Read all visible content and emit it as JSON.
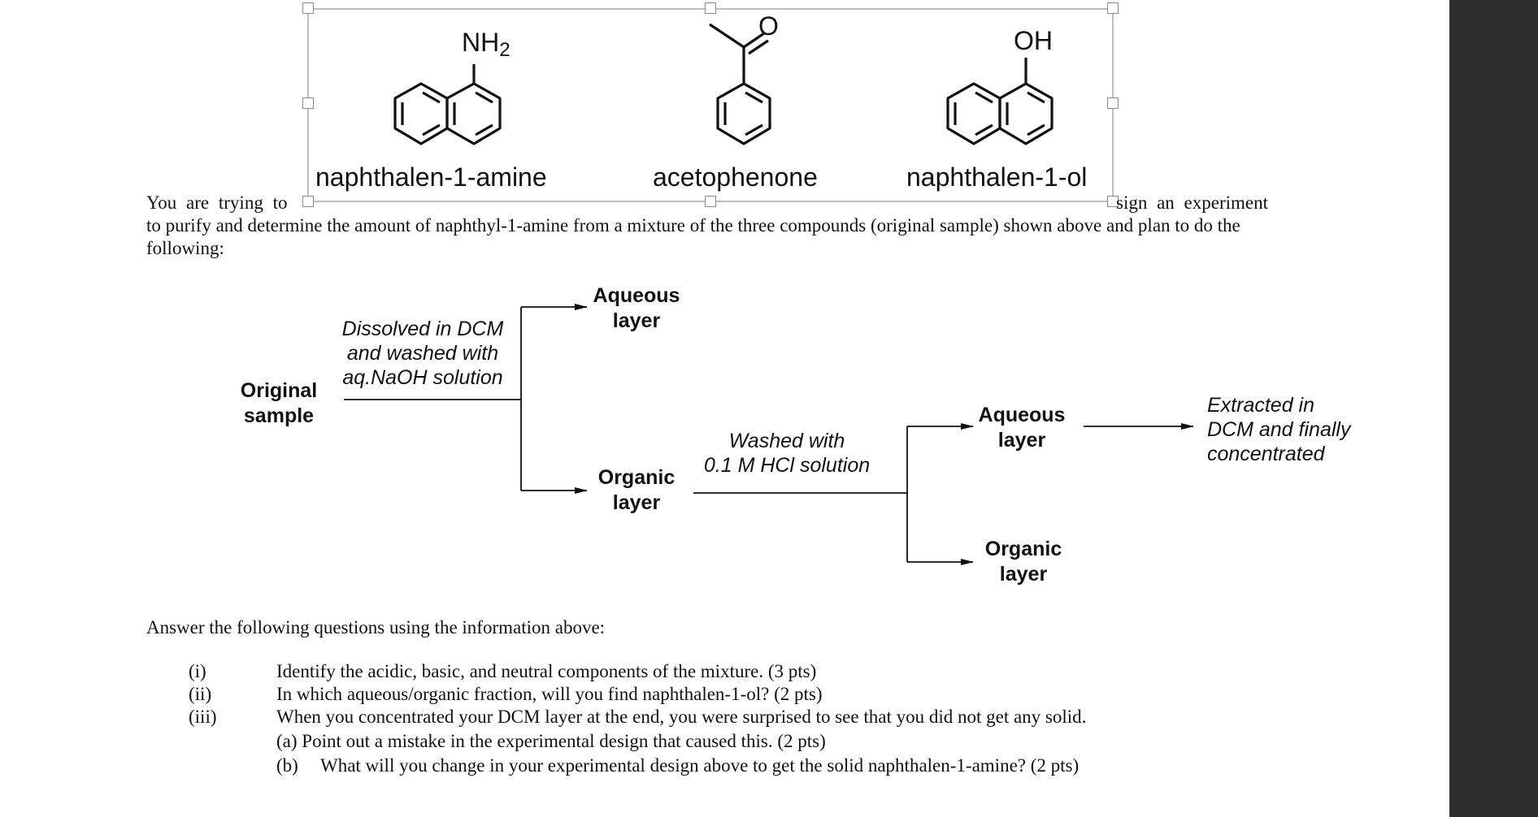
{
  "structures": {
    "s1": {
      "name": "naphthalen-1-amine",
      "group": "NH2"
    },
    "s2": {
      "name": "acetophenone",
      "group": "O"
    },
    "s3": {
      "name": "naphthalen-1-ol",
      "group": "OH"
    }
  },
  "intro": {
    "line1_start": "You are trying to",
    "line1_end": "sign an experiment",
    "line2": "to purify and determine the amount of naphthyl-1-amine from a mixture of the three compounds (original sample) shown above and plan to do the",
    "line3": "following:"
  },
  "flow": {
    "original_l1": "Original",
    "original_l2": "sample",
    "step1_l1": "Dissolved in DCM",
    "step1_l2": "and washed with",
    "step1_l3": "aq.NaOH solution",
    "aq1_l1": "Aqueous",
    "aq1_l2": "layer",
    "org1_l1": "Organic",
    "org1_l2": "layer",
    "step2_l1": "Washed with",
    "step2_l2": "0.1 M HCl solution",
    "aq2_l1": "Aqueous",
    "aq2_l2": "layer",
    "org2_l1": "Organic",
    "org2_l2": "layer",
    "step3_l1": "Extracted in",
    "step3_l2": "DCM and finally",
    "step3_l3": "concentrated"
  },
  "questions": {
    "header": "Answer the following questions using the information above:",
    "items": [
      {
        "num": "(i)",
        "text": "Identify the acidic, basic, and neutral components of the mixture. (3 pts)"
      },
      {
        "num": "(ii)",
        "text": "In which aqueous/organic fraction, will you find naphthalen-1-ol? (2 pts)"
      },
      {
        "num": "(iii)",
        "text": "When you concentrated your DCM layer at the end, you were surprised to see that you did not get any solid."
      }
    ],
    "sub_a": "(a) Point out a mistake in the experimental design that caused this. (2 pts)",
    "sub_b_label": "(b)",
    "sub_b_text": "What will you change in your experimental design above to get the solid naphthalen-1-amine? (2 pts)"
  }
}
